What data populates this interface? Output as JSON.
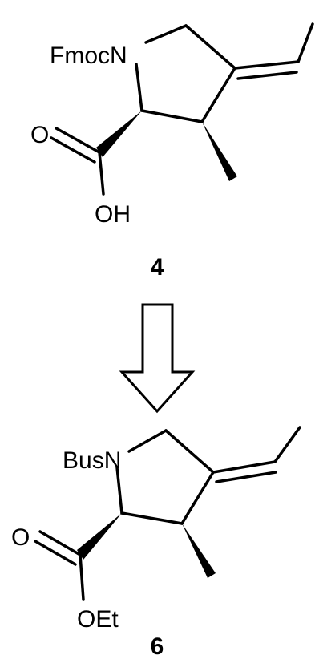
{
  "scheme": {
    "top_compound": {
      "label": "4",
      "atoms": {
        "n_label": "FmocN",
        "o_label": "O",
        "oh_label": "OH"
      }
    },
    "bottom_compound": {
      "label": "6",
      "atoms": {
        "n_label": "BusN",
        "o_label": "O",
        "oet_label": "OEt"
      }
    }
  }
}
